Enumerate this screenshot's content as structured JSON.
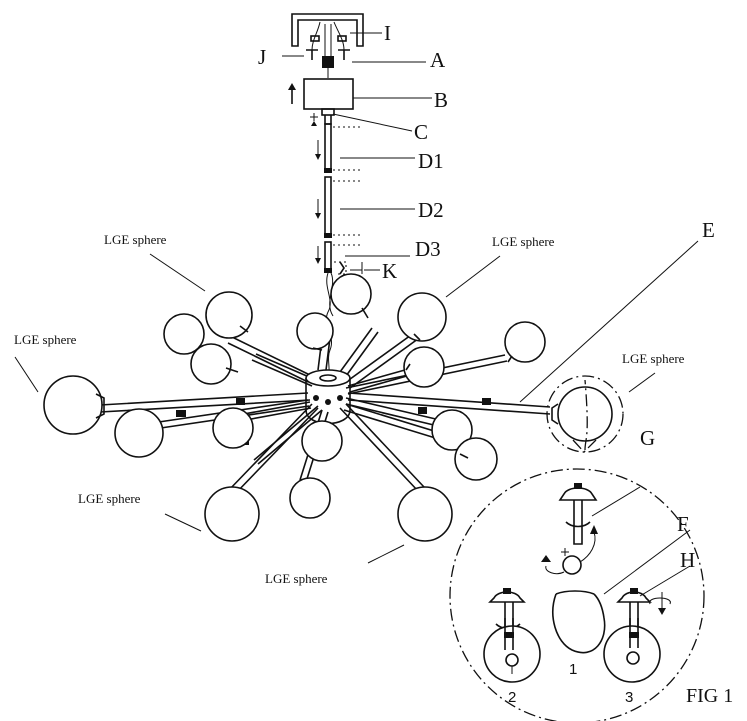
{
  "part_labels": {
    "I": "I",
    "J": "J",
    "A": "A",
    "B": "B",
    "C": "C",
    "D1": "D1",
    "D2": "D2",
    "D3": "D3",
    "K": "K",
    "E": "E",
    "G": "G",
    "F": "F",
    "H": "H"
  },
  "sphere_label": "LGE sphere",
  "detail_steps": [
    "1",
    "2",
    "3"
  ],
  "figure_caption": "FIG 1"
}
